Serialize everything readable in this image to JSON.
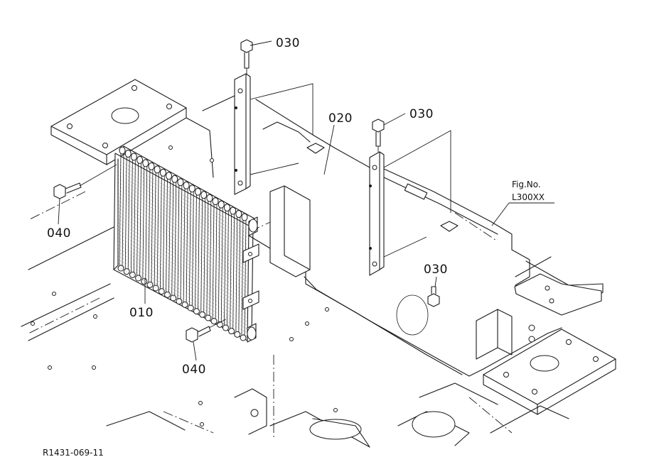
{
  "labels": {
    "part_010": "010",
    "part_020": "020",
    "part_030_a": "030",
    "part_030_b": "030",
    "part_030_c": "030",
    "part_040_a": "040",
    "part_040_b": "040",
    "fig_no_label": "Fig.No.",
    "fig_no_value": "L300XX",
    "drawing_code": "R1431-069-11"
  }
}
